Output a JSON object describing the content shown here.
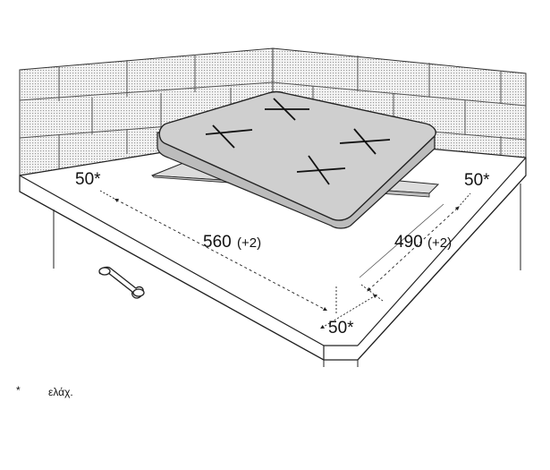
{
  "dimensions": {
    "left_clearance": "50*",
    "right_clearance": "50*",
    "front_clearance": "50*",
    "width": "560",
    "width_tolerance": "(+2)",
    "depth": "490",
    "depth_tolerance": "(+2)"
  },
  "footnote": {
    "mark": "*",
    "text": "ελάχ."
  }
}
